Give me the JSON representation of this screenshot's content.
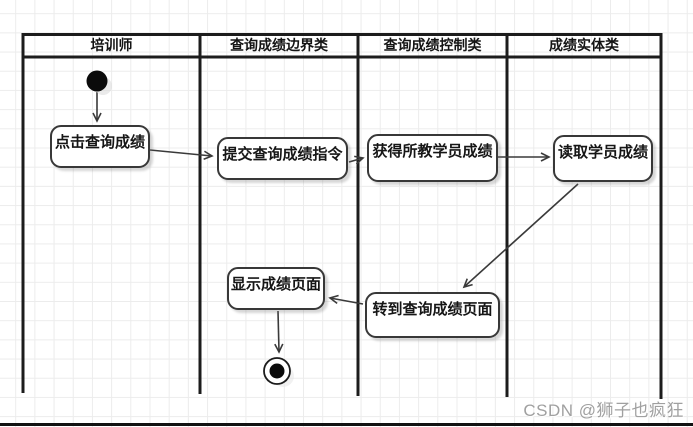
{
  "diagram": {
    "type": "uml-activity-swimlane",
    "lanes": [
      {
        "label": "培训师"
      },
      {
        "label": "查询成绩边界类"
      },
      {
        "label": "查询成绩控制类"
      },
      {
        "label": "成绩实体类"
      }
    ],
    "nodes": [
      {
        "id": "start",
        "type": "initial-node",
        "lane": "培训师"
      },
      {
        "type": "action",
        "label": "点击查询成绩",
        "lane": "培训师"
      },
      {
        "type": "action",
        "label": "提交查询成绩指令",
        "lane": "查询成绩边界类"
      },
      {
        "type": "action",
        "label": "获得所教学员成绩",
        "lane": "查询成绩控制类"
      },
      {
        "type": "action",
        "label": "读取学员成绩",
        "lane": "成绩实体类"
      },
      {
        "type": "action",
        "label": "转到查询成绩页面",
        "lane": "查询成绩控制类"
      },
      {
        "type": "action",
        "label": "显示成绩页面",
        "lane": "查询成绩边界类"
      },
      {
        "id": "end",
        "type": "final-node",
        "lane": "查询成绩边界类"
      }
    ],
    "flows": [
      {
        "from": "start",
        "to": "点击查询成绩"
      },
      {
        "from": "点击查询成绩",
        "to": "提交查询成绩指令"
      },
      {
        "from": "提交查询成绩指令",
        "to": "获得所教学员成绩"
      },
      {
        "from": "获得所教学员成绩",
        "to": "读取学员成绩"
      },
      {
        "from": "读取学员成绩",
        "to": "转到查询成绩页面"
      },
      {
        "from": "转到查询成绩页面",
        "to": "显示成绩页面"
      },
      {
        "from": "显示成绩页面",
        "to": "end"
      }
    ],
    "colors": {
      "frame_line": "#1c1c1c",
      "box_border": "#383838",
      "arrow": "#3a3a3a",
      "grid": "#ececec",
      "watermark": "#a0a0a0"
    }
  },
  "watermark": {
    "text": "CSDN @狮子也疯狂"
  }
}
